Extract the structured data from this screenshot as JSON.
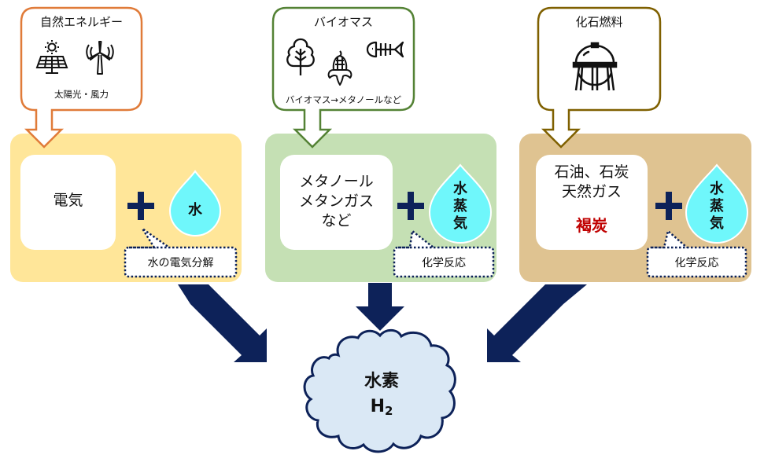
{
  "colors": {
    "renewable_border": "#e07b39",
    "biomass_border": "#548235",
    "fossil_border": "#7f6000",
    "renewable_panel": "#ffe699",
    "biomass_panel": "#c5e0b4",
    "fossil_panel": "#dfc391",
    "drop_fill": "#6ff7fb",
    "navy": "#0d2259",
    "cloud_fill": "#dae8f5",
    "lignite_red": "#c00000"
  },
  "sources": [
    {
      "id": "renewable",
      "callout_title": "自然エネルギー",
      "icons": [
        "solar-panel-icon",
        "wind-turbine-icon"
      ],
      "caption": "太陽光・風力",
      "input_lines": [
        "電気"
      ],
      "reactant_lines": [
        "水"
      ],
      "process": "水の電気分解"
    },
    {
      "id": "biomass",
      "callout_title": "バイオマス",
      "icons": [
        "tree-icon",
        "corn-icon",
        "fish-bone-icon"
      ],
      "caption": "バイオマス→メタノールなど",
      "input_lines": [
        "メタノール",
        "メタンガス",
        "など"
      ],
      "reactant_lines": [
        "水",
        "蒸",
        "気"
      ],
      "process": "化学反応"
    },
    {
      "id": "fossil",
      "callout_title": "化石燃料",
      "icons": [
        "gas-tank-icon"
      ],
      "caption": "",
      "input_lines": [
        "石油、石炭",
        "天然ガス"
      ],
      "highlight": "褐炭",
      "reactant_lines": [
        "水",
        "蒸",
        "気"
      ],
      "process": "化学反応"
    }
  ],
  "product": {
    "name": "水素",
    "formula_base": "H",
    "formula_sub": "2"
  }
}
